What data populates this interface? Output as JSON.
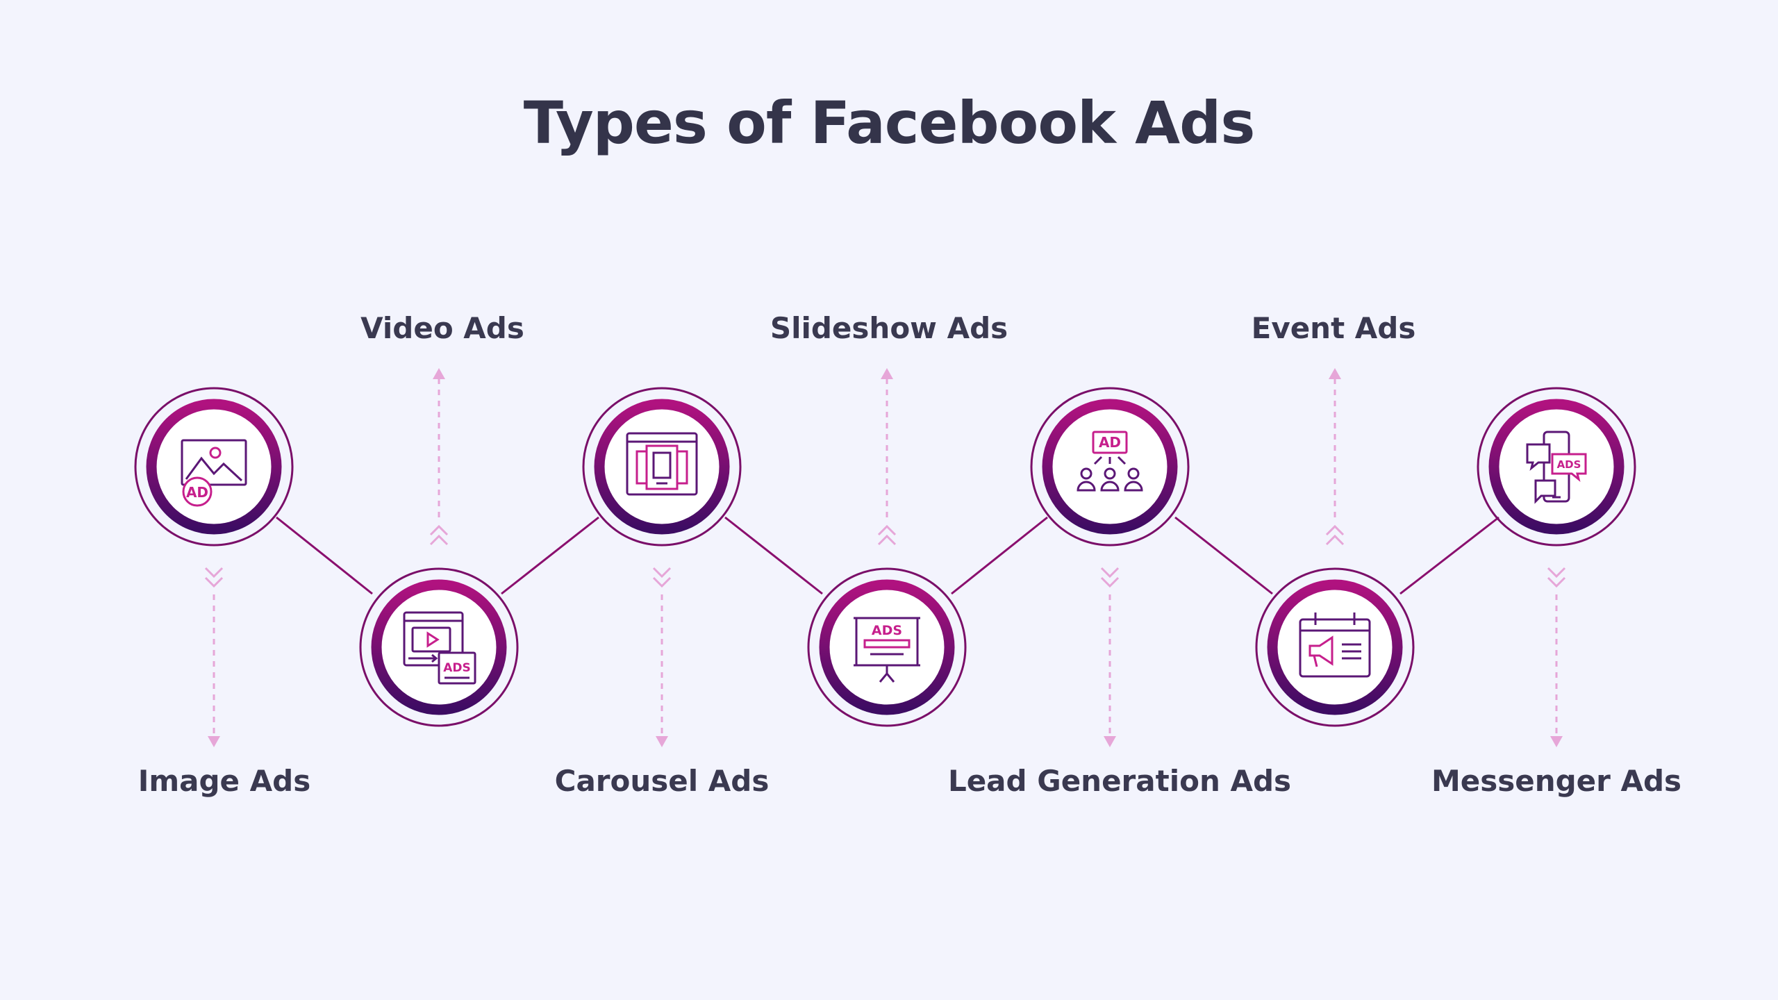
{
  "title": "Types of Facebook Ads",
  "colors": {
    "background": "#f3f4fd",
    "text": "#34344a",
    "ring_start": "#b0127f",
    "ring_end": "#3d0c63",
    "connector": "#8a0f6e",
    "arrow": "#e6a6d8",
    "icon_primary": "#5b1776",
    "icon_accent": "#c61f8c"
  },
  "items": [
    {
      "label": "Image Ads",
      "icon": "image-ad-icon",
      "icon_text": "AD"
    },
    {
      "label": "Video Ads",
      "icon": "video-ad-icon",
      "icon_text": "ADS"
    },
    {
      "label": "Carousel Ads",
      "icon": "carousel-ad-icon",
      "icon_text": ""
    },
    {
      "label": "Slideshow Ads",
      "icon": "slideshow-ad-icon",
      "icon_text": "ADS"
    },
    {
      "label": "Lead Generation Ads",
      "icon": "lead-generation-ad-icon",
      "icon_text": "AD"
    },
    {
      "label": "Event Ads",
      "icon": "event-ad-icon",
      "icon_text": ""
    },
    {
      "label": "Messenger Ads",
      "icon": "messenger-ad-icon",
      "icon_text": "ADS"
    }
  ]
}
